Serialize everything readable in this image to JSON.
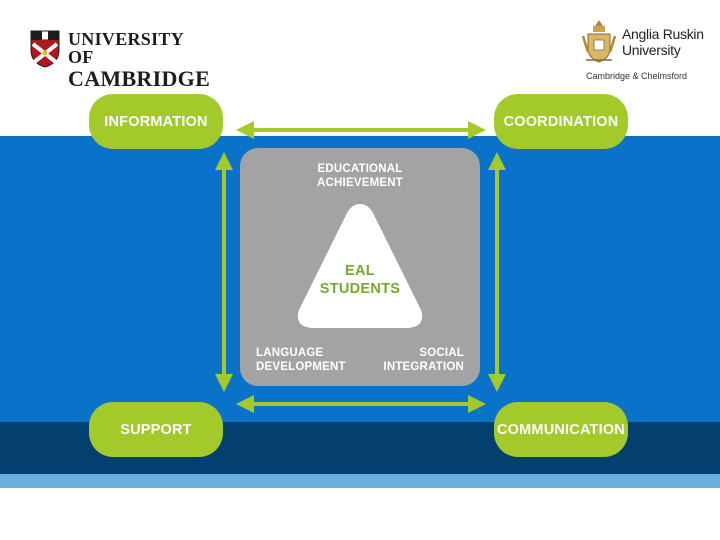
{
  "cambridge_logo": {
    "line1": "UNIVERSITY OF",
    "line2": "CAMBRIDGE"
  },
  "anglia_logo": {
    "name_line1": "Anglia Ruskin",
    "name_line2": "University",
    "subtitle": "Cambridge & Chelmsford"
  },
  "diagram": {
    "corners": {
      "top_left": "INFORMATION",
      "top_right": "COORDINATION",
      "bottom_left": "SUPPORT",
      "bottom_right": "COMMUNICATION"
    },
    "center": {
      "top_label_line1": "EDUCATIONAL",
      "top_label_line2": "ACHIEVEMENT",
      "core_line1": "EAL",
      "core_line2": "STUDENTS",
      "bottom_left_line1": "LANGUAGE",
      "bottom_left_line2": "DEVELOPMENT",
      "bottom_right_line1": "SOCIAL",
      "bottom_right_line2": "INTEGRATION"
    }
  },
  "colors": {
    "green": "#a4c92b",
    "blue": "#0a73c9",
    "navy": "#04406f",
    "light_blue": "#6aaede",
    "grey_panel": "#a3a3a6"
  }
}
